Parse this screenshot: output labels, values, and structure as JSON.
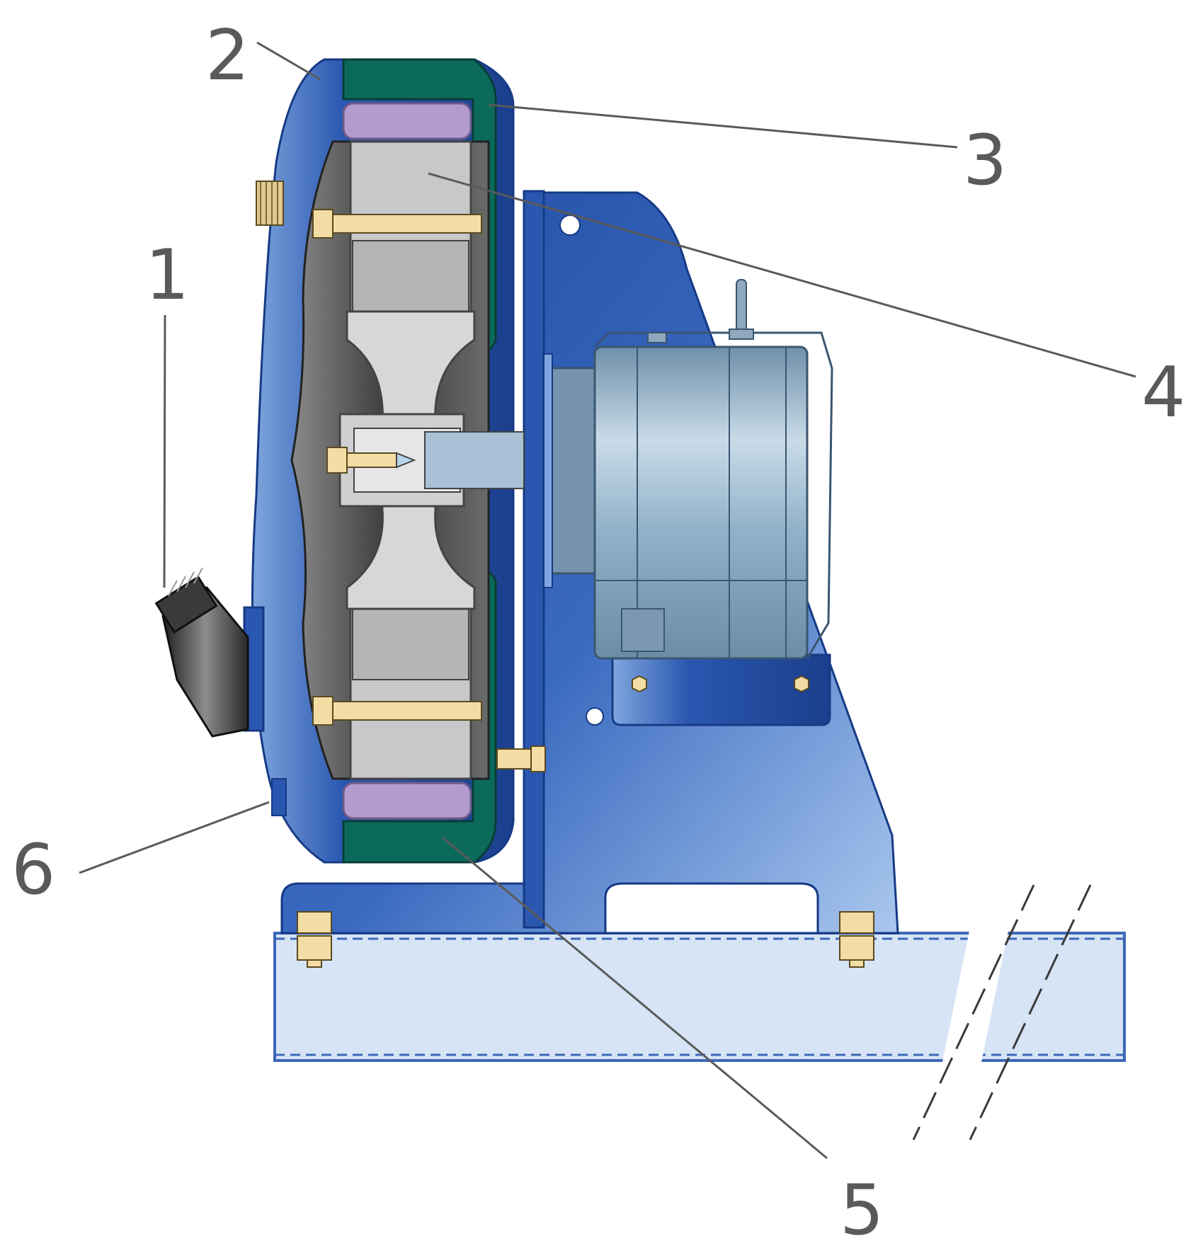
{
  "diagram": {
    "callouts": [
      {
        "id": "1",
        "label": "1"
      },
      {
        "id": "2",
        "label": "2"
      },
      {
        "id": "3",
        "label": "3"
      },
      {
        "id": "4",
        "label": "4"
      },
      {
        "id": "5",
        "label": "5"
      },
      {
        "id": "6",
        "label": "6"
      }
    ]
  },
  "colors": {
    "casing_blue": "#2a57b0",
    "casing_light": "#9fc0ea",
    "cover_green": "#0c6a5c",
    "hose_purple": "#b39bd0",
    "shoe_gray": "#bfbfc1",
    "rotor_light": "#d7d7d9",
    "interior_dark": "#3a3a3a",
    "bolt_cream": "#f4dca5",
    "motor_steel": "#8fb0c8",
    "base_light": "#d6e4f6",
    "line_gray": "#5a5a5a"
  }
}
